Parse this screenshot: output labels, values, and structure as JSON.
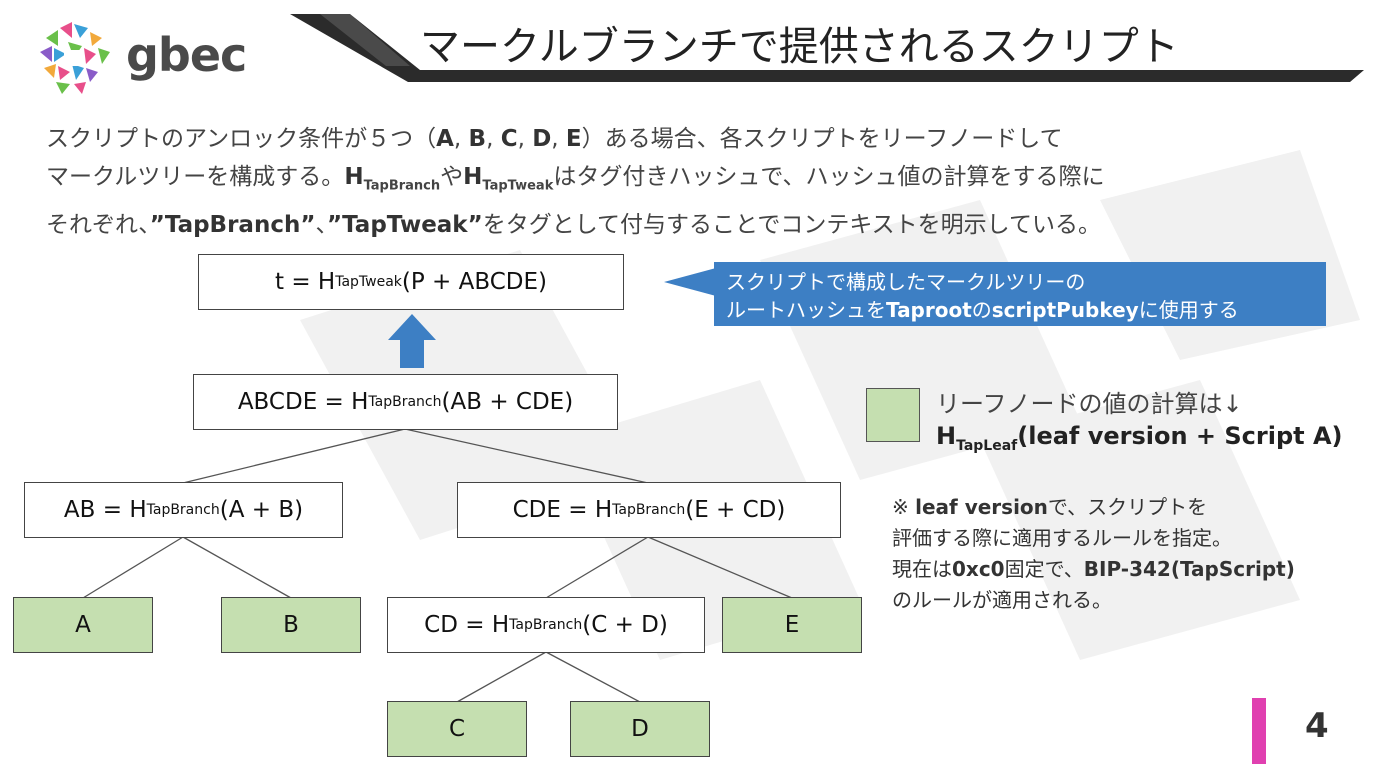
{
  "brand": {
    "logo_text": "gbec"
  },
  "title": "マークルブランチで提供されるスクリプト",
  "intro": {
    "line1": {
      "a": "スクリプトのアンロック条件が５つ（",
      "b": "A",
      "c": ", ",
      "d": "B",
      "e": ", ",
      "f": "C",
      "g": ", ",
      "h": "D",
      "i": ", ",
      "j": "E",
      "k": "）ある場合、各スクリプトをリーフノードして"
    },
    "line2": {
      "a": "マークルツリーを構成する。",
      "h1": "H",
      "s1": "TapBranch",
      "b": "や",
      "h2": "H",
      "s2": "TapTweak",
      "c": "はタグ付きハッシュで、ハッシュ値の計算をする際に"
    },
    "line3": {
      "a": "それぞれ、",
      "q1": "”TapBranch”",
      "b": "、",
      "q2": "”TapTweak”",
      "c": "をタグとして付与することでコンテキストを明示している。"
    }
  },
  "tree": {
    "root": {
      "pre": "t = H",
      "sub": "TapTweak",
      "post": "(P + ABCDE)"
    },
    "abcde": {
      "pre": "ABCDE = H",
      "sub": "TapBranch",
      "post": "(AB + CDE)"
    },
    "ab": {
      "pre": "AB = H",
      "sub": "TapBranch",
      "post": "(A + B)"
    },
    "cde": {
      "pre": "CDE = H",
      "sub": "TapBranch",
      "post": "(E + CD)"
    },
    "cd": {
      "pre": "CD = H",
      "sub": "TapBranch",
      "post": "(C + D)"
    },
    "leaves": {
      "a": "A",
      "b": "B",
      "c": "C",
      "d": "D",
      "e": "E"
    }
  },
  "callout": {
    "line1": "スクリプトで構成したマークルツリーの",
    "line2_a": "ルートハッシュを",
    "line2_b": "Taproot",
    "line2_c": "の",
    "line2_d": "scriptPubkey",
    "line2_e": "に使用する"
  },
  "legend": {
    "line1": "リーフノードの値の計算は↓",
    "h": "H",
    "sub": "TapLeaf",
    "post": "(leaf version + Script A)"
  },
  "note": {
    "l1_a": "※ ",
    "l1_b": "leaf version",
    "l1_c": "で、スクリプトを",
    "l2": "評価する際に適用するルールを指定。",
    "l3_a": "現在は",
    "l3_b": "0xc0",
    "l3_c": "固定で、",
    "l3_d": "BIP-342(TapScript)",
    "l4": "のルールが適用される。"
  },
  "page_number": "4",
  "colors": {
    "leaf_fill": "#c5dfb0",
    "callout_blue": "#3d7fc4",
    "arrow_blue": "#3d7fc4",
    "page_bar": "#e040b0",
    "title_bar": "#2b2b2b"
  }
}
